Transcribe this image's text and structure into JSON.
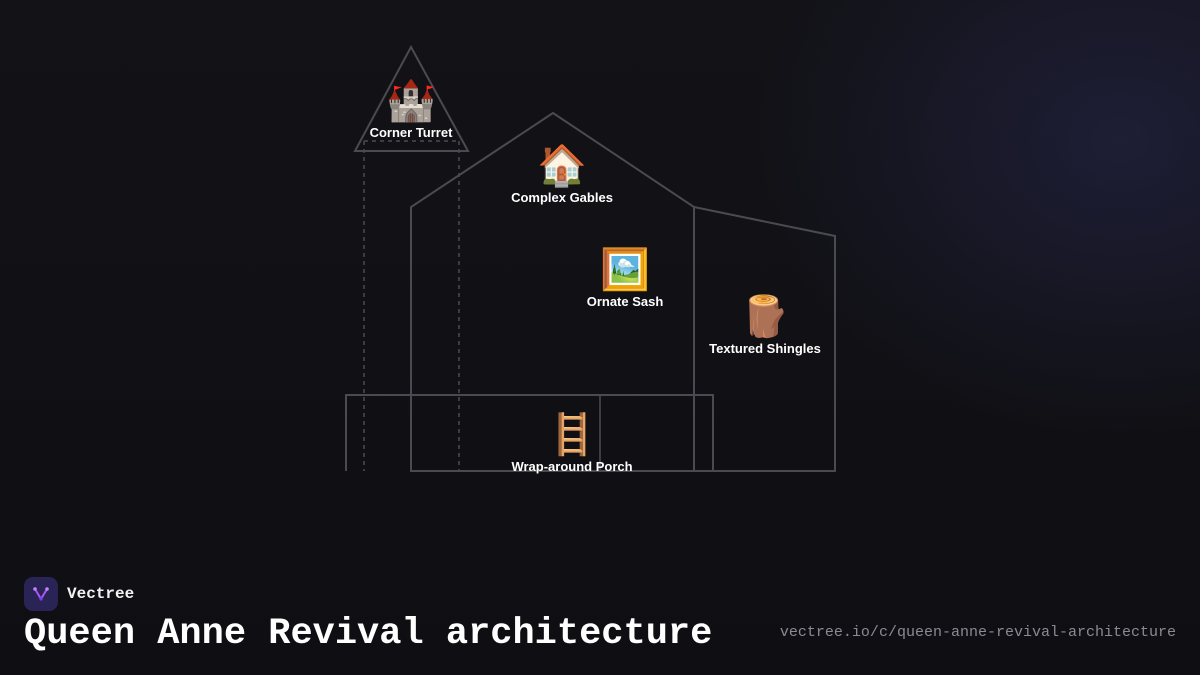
{
  "diagram": {
    "features": [
      {
        "id": "turret",
        "icon": "castle-icon",
        "emoji": "🏰",
        "label": "Corner Turret"
      },
      {
        "id": "gables",
        "icon": "house-icon",
        "emoji": "🏠",
        "label": "Complex Gables"
      },
      {
        "id": "sash",
        "icon": "framed-picture-icon",
        "emoji": "🖼️",
        "label": "Ornate Sash"
      },
      {
        "id": "shingles",
        "icon": "wood-log-icon",
        "emoji": "🪵",
        "label": "Textured Shingles"
      },
      {
        "id": "porch",
        "icon": "ladder-icon",
        "emoji": "🪜",
        "label": "Wrap-around Porch"
      }
    ]
  },
  "brand": {
    "name": "Vectree",
    "icon": "vectree-logo-icon",
    "accent": "#a855f7"
  },
  "footer": {
    "title": "Queen Anne Revival architecture",
    "url": "vectree.io/c/queen-anne-revival-architecture"
  },
  "colors": {
    "background": "#111116",
    "outline": "#4a4a50",
    "text": "#ffffff",
    "muted": "#8a8a92"
  }
}
